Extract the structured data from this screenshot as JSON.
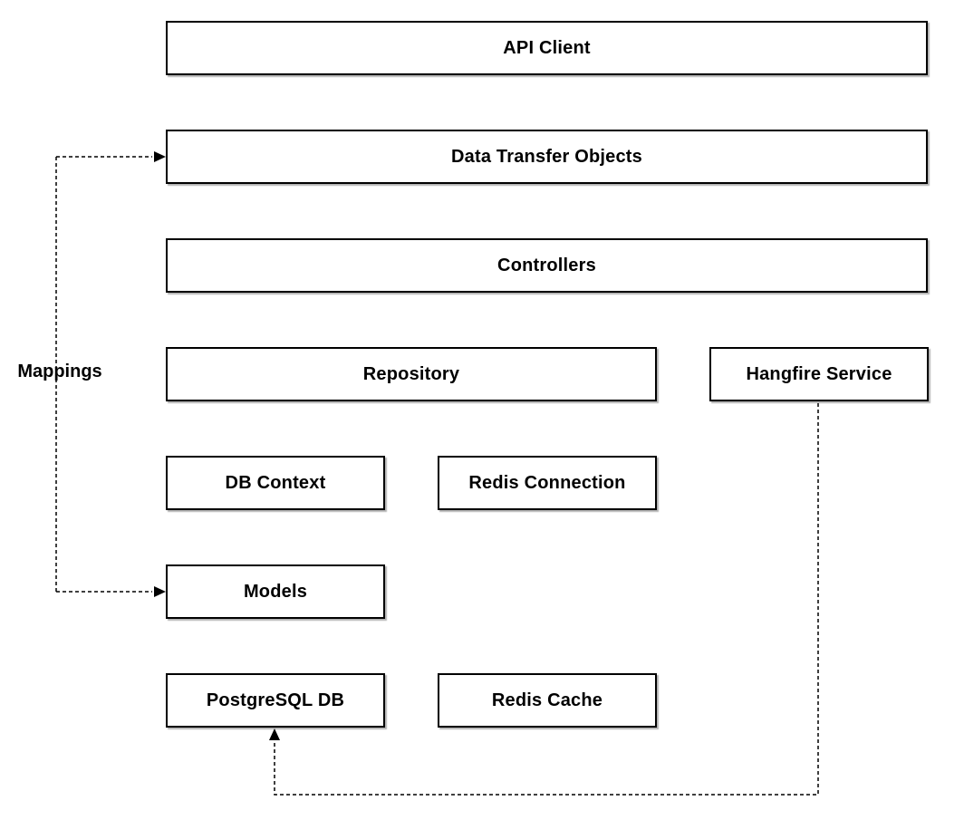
{
  "diagram": {
    "title": "",
    "colors": {
      "background": "#ffffff",
      "box_fill": "#ffffff",
      "box_border": "#000000",
      "text": "#000000",
      "connector": "#000000",
      "shadow": "#999999"
    },
    "boxes": [
      {
        "id": "api-client",
        "label": "API Client"
      },
      {
        "id": "data-transfer-objects",
        "label": "Data Transfer Objects"
      },
      {
        "id": "controllers",
        "label": "Controllers"
      },
      {
        "id": "repository",
        "label": "Repository"
      },
      {
        "id": "hangfire-service",
        "label": "Hangfire Service"
      },
      {
        "id": "db-context",
        "label": "DB Context"
      },
      {
        "id": "redis-connection",
        "label": "Redis Connection"
      },
      {
        "id": "models",
        "label": "Models"
      },
      {
        "id": "postgresql-db",
        "label": "PostgreSQL DB"
      },
      {
        "id": "redis-cache",
        "label": "Redis Cache"
      }
    ],
    "edge_label": {
      "id": "mappings",
      "text": "Mappings"
    },
    "edges": [
      {
        "from": "mappings",
        "to": "data-transfer-objects",
        "style": "dashed",
        "arrow": "end"
      },
      {
        "from": "mappings",
        "to": "models",
        "style": "dashed",
        "arrow": "end"
      },
      {
        "from": "hangfire-service",
        "to": "postgresql-db",
        "style": "dashed",
        "arrow": "end"
      }
    ]
  }
}
